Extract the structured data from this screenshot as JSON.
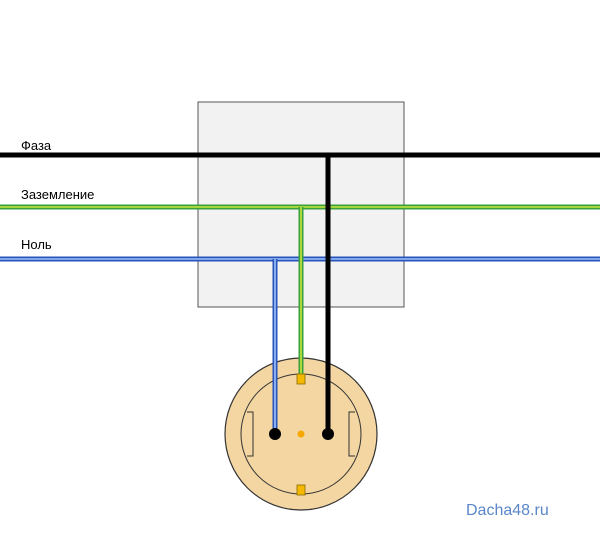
{
  "labels": {
    "phase": "Фаза",
    "ground": "Заземление",
    "neutral": "Ноль"
  },
  "watermark": "Dacha48.ru",
  "colors": {
    "phase_wire": "#000000",
    "ground_wire_outer": "#3aa03a",
    "ground_wire_inner": "#c8e840",
    "neutral_wire_outer": "#2a54b8",
    "neutral_wire_inner": "#9ec4ff",
    "junction_box_fill": "#f2f2f2",
    "junction_box_border": "#555555",
    "socket_fill": "#f3d6a2",
    "socket_border": "#333333",
    "ground_contact": "#f5b800",
    "watermark": "#5b86c9"
  }
}
